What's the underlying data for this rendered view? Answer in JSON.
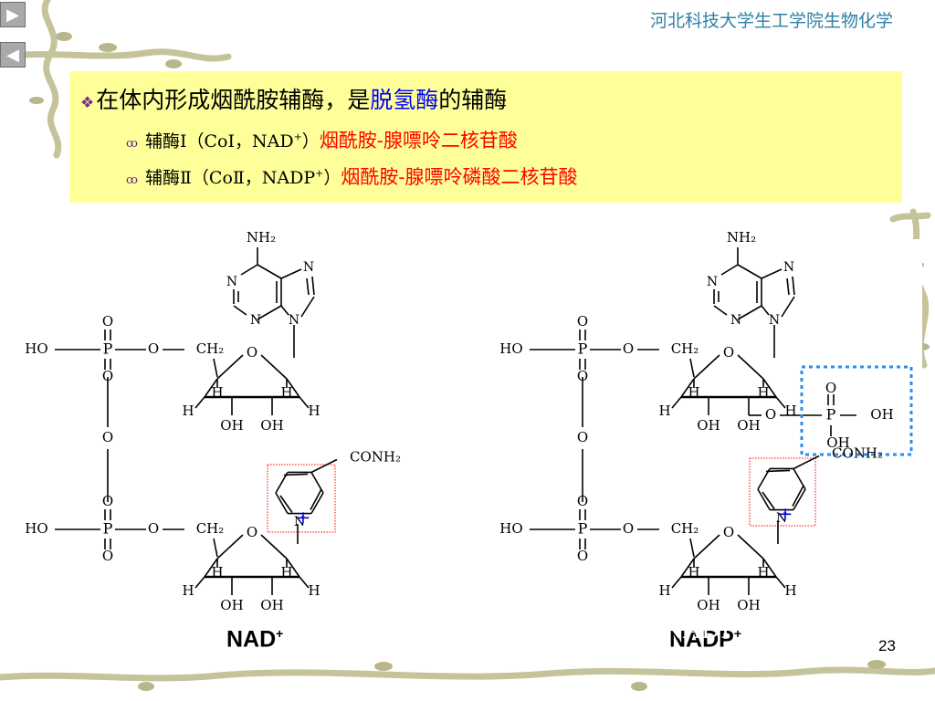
{
  "nav": {
    "next_icon": "▶",
    "prev_icon": "◀"
  },
  "header": {
    "title": "河北科技大学生工学院生物化学"
  },
  "bullets": {
    "main_prefix": "在体内形成烟酰胺辅酶，是",
    "main_highlight": "脱氢酶",
    "main_suffix": "的辅酶",
    "items": [
      {
        "label_pre": "辅酶Ⅰ（CoⅠ，NAD",
        "label_sup": "+",
        "label_post": "）",
        "name": "烟酰胺-腺嘌呤二核苷酸"
      },
      {
        "label_pre": "辅酶Ⅱ（CoⅡ，NADP",
        "label_sup": "+",
        "label_post": "）",
        "name": "烟酰胺-腺嘌呤磷酸二核苷酸"
      }
    ]
  },
  "structure": {
    "nh2": "NH₂",
    "n": "N",
    "ho": "HO",
    "p": "P",
    "o": "O",
    "ch2": "CH₂",
    "h": "H",
    "oh": "OH",
    "conh2": "CONH₂",
    "plus": "+"
  },
  "captions": {
    "nad": "NAD",
    "nad_sup": "+",
    "nadp": "NADP",
    "nadp_sup": "+",
    "ghost_pre": "辅酶Ⅱ（NADP",
    "ghost_sup": "+",
    "ghost_post": "）CoⅡ"
  },
  "page_number": "23",
  "colors": {
    "highlight_box": "#ffff99",
    "header_text": "#2f7fa6",
    "red": "#ff0000",
    "blue": "#0000ff",
    "dotted_box": "#2a8ef0"
  }
}
